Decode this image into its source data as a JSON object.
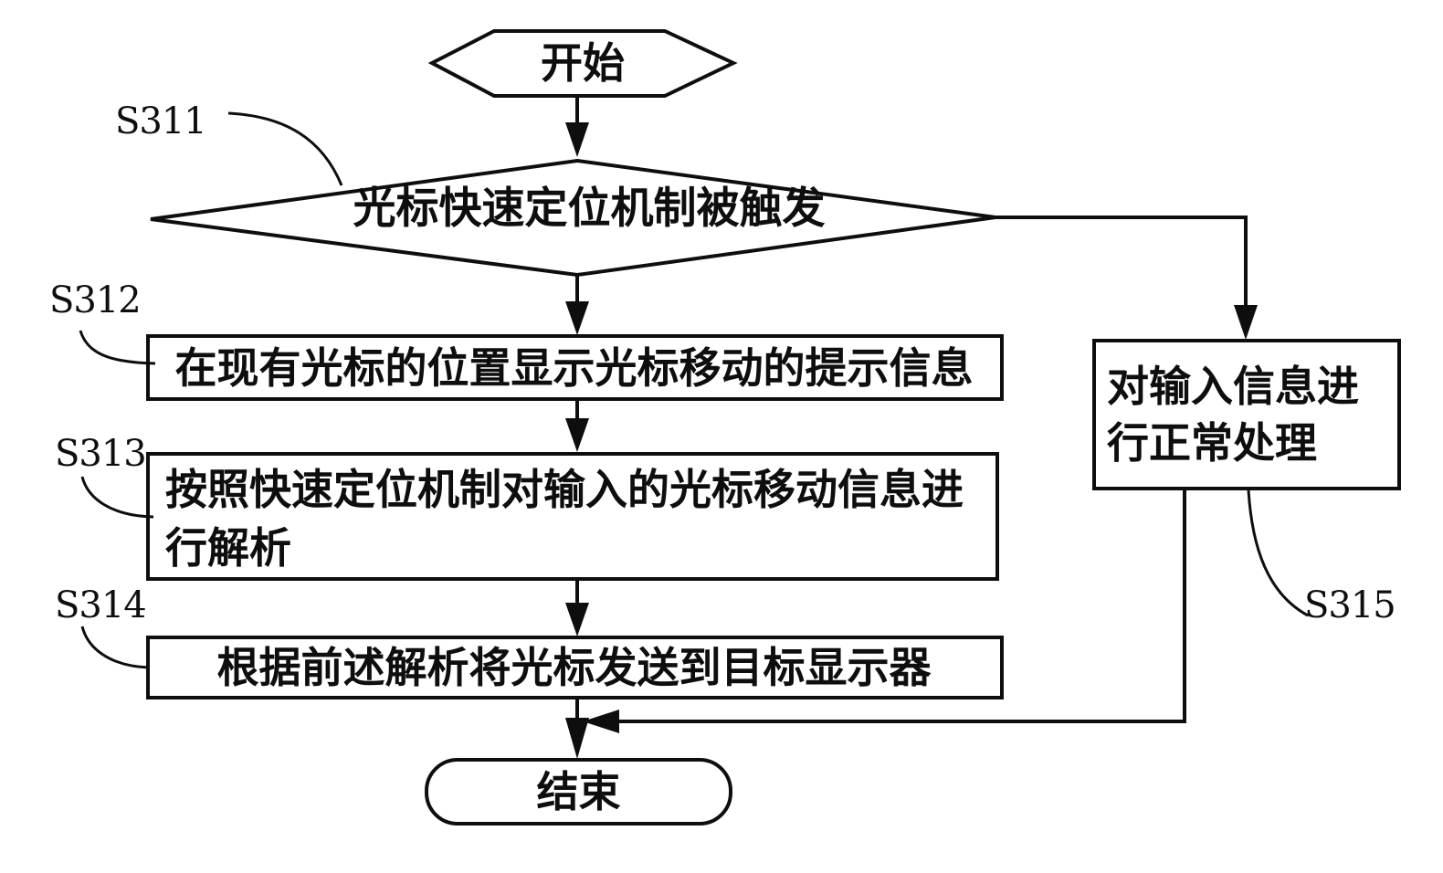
{
  "figure": {
    "type": "flowchart",
    "background": "#ffffff",
    "ink": "#0e0e0e",
    "terminals": {
      "start": "开始",
      "end": "结束"
    },
    "steps": {
      "s311": {
        "id": "S311",
        "shape": "decision",
        "label": "光标快速定位机制被触发"
      },
      "s312": {
        "id": "S312",
        "shape": "process",
        "label": "在现有光标的位置显示光标移动的提示信息"
      },
      "s313": {
        "id": "S313",
        "shape": "process",
        "label": "按照快速定位机制对输入的光标移动信息进行解析"
      },
      "s314": {
        "id": "S314",
        "shape": "process",
        "label": "根据前述解析将光标发送到目标显示器"
      },
      "s315": {
        "id": "S315",
        "shape": "process",
        "label": "对输入信息进行正常处理"
      }
    }
  }
}
